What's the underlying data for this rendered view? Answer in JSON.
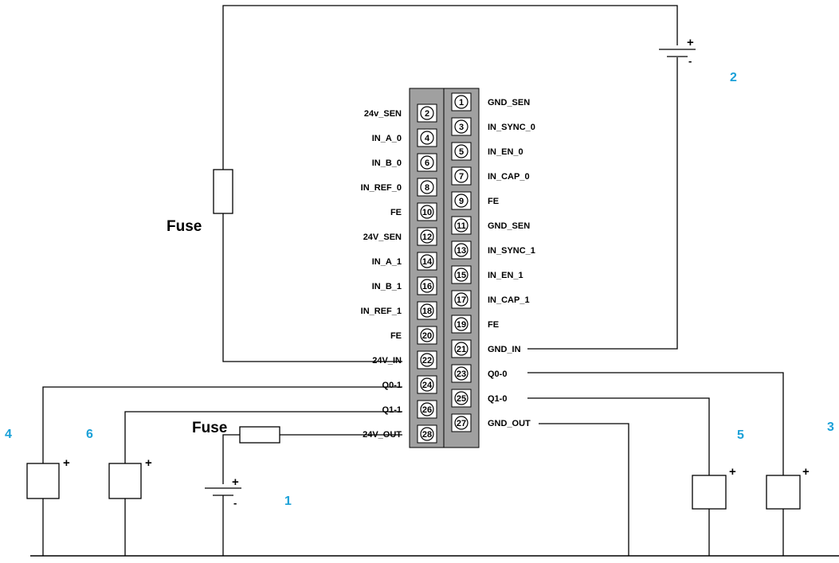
{
  "fuse_label": "Fuse",
  "polarity": {
    "plus": "+",
    "minus": "-"
  },
  "callouts": [
    "1",
    "2",
    "3",
    "4",
    "5",
    "6"
  ],
  "terminals_left": [
    {
      "num": "2",
      "label": "24v_SEN"
    },
    {
      "num": "4",
      "label": "IN_A_0"
    },
    {
      "num": "6",
      "label": "IN_B_0"
    },
    {
      "num": "8",
      "label": "IN_REF_0"
    },
    {
      "num": "10",
      "label": "FE"
    },
    {
      "num": "12",
      "label": "24V_SEN"
    },
    {
      "num": "14",
      "label": "IN_A_1"
    },
    {
      "num": "16",
      "label": "IN_B_1"
    },
    {
      "num": "18",
      "label": "IN_REF_1"
    },
    {
      "num": "20",
      "label": "FE"
    },
    {
      "num": "22",
      "label": "24V_IN"
    },
    {
      "num": "24",
      "label": "Q0-1"
    },
    {
      "num": "26",
      "label": "Q1-1"
    },
    {
      "num": "28",
      "label": "24V_OUT"
    }
  ],
  "terminals_right": [
    {
      "num": "1",
      "label": "GND_SEN"
    },
    {
      "num": "3",
      "label": "IN_SYNC_0"
    },
    {
      "num": "5",
      "label": "IN_EN_0"
    },
    {
      "num": "7",
      "label": "IN_CAP_0"
    },
    {
      "num": "9",
      "label": "FE"
    },
    {
      "num": "11",
      "label": "GND_SEN"
    },
    {
      "num": "13",
      "label": "IN_SYNC_1"
    },
    {
      "num": "15",
      "label": "IN_EN_1"
    },
    {
      "num": "17",
      "label": "IN_CAP_1"
    },
    {
      "num": "19",
      "label": "FE"
    },
    {
      "num": "21",
      "label": "GND_IN"
    },
    {
      "num": "23",
      "label": "Q0-0"
    },
    {
      "num": "25",
      "label": "Q1-0"
    },
    {
      "num": "27",
      "label": "GND_OUT"
    }
  ],
  "colors": {
    "callout": "#1ba1d8",
    "block": "#a0a0a0",
    "line": "#000000"
  }
}
